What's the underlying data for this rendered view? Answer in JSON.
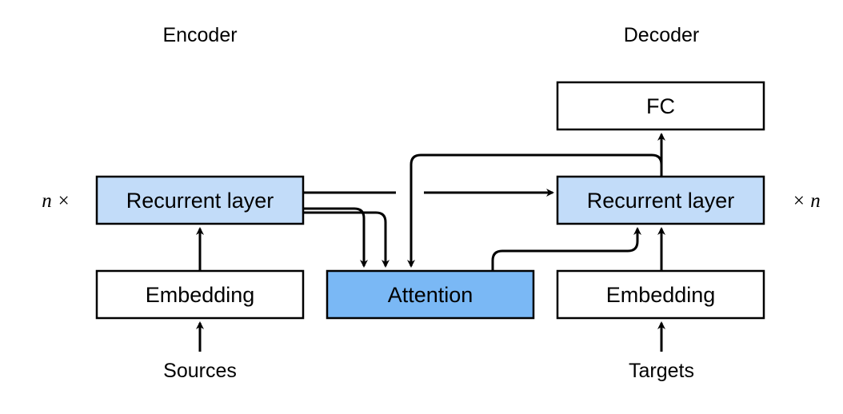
{
  "encoder": {
    "title": "Encoder",
    "repeat_label": "n ×",
    "recurrent_label": "Recurrent layer",
    "embedding_label": "Embedding",
    "input_label": "Sources"
  },
  "attention": {
    "label": "Attention"
  },
  "decoder": {
    "title": "Decoder",
    "repeat_label": "× n",
    "fc_label": "FC",
    "recurrent_label": "Recurrent layer",
    "embedding_label": "Embedding",
    "input_label": "Targets"
  },
  "colors": {
    "recurrent_fill": "#c2dcf9",
    "attention_fill": "#7ab8f5",
    "plain_fill": "#ffffff",
    "stroke": "#000000"
  }
}
